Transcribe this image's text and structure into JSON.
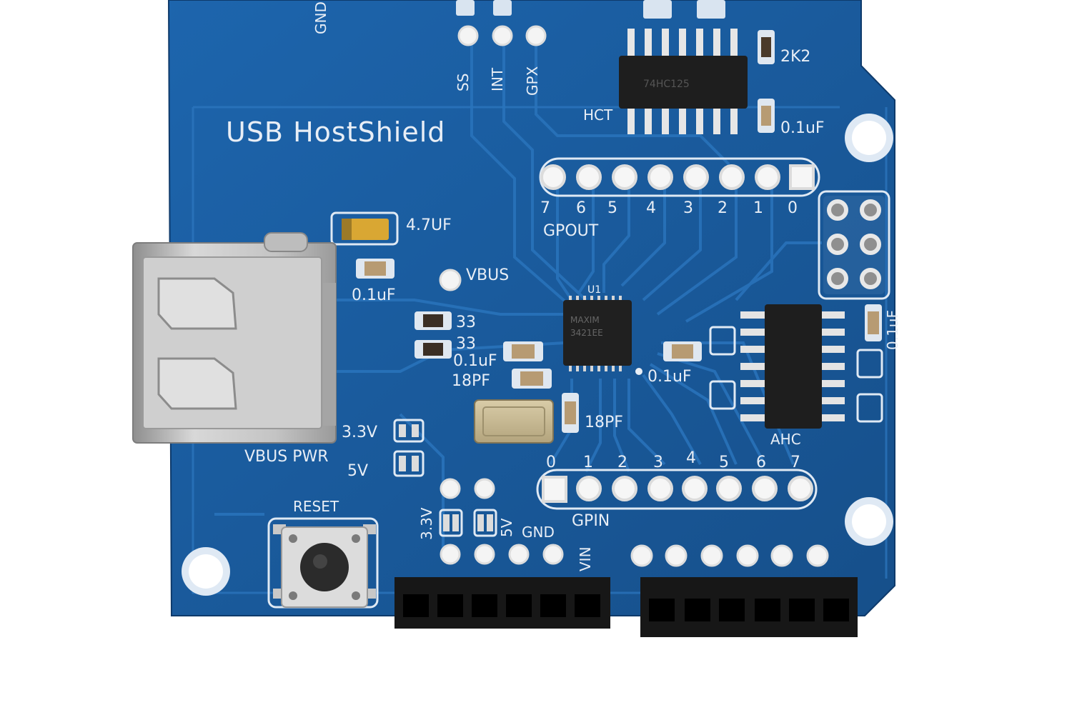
{
  "board": {
    "title": "USB HostShield",
    "colors": {
      "pcb": "#1a5c9e",
      "pcb_dark": "#0f3f73",
      "silk": "#e8eef6",
      "metal": "#c9c9c9",
      "header": "#151515"
    },
    "labels": {
      "gnd_top": "GND",
      "ss": "SS",
      "int": "INT",
      "gpx": "GPX",
      "r_2k2": "2K2",
      "hct": "HCT",
      "c_01uf_top": "0.1uF",
      "gpout": "GPOUT",
      "c_47uf": "4.7UF",
      "vbus": "VBUS",
      "c_01uf_left": "0.1uF",
      "r33a": "33",
      "r33b": "33",
      "c_01uf_mid": "0.1uF",
      "c_18pf_a": "18PF",
      "c_18pf_b": "18PF",
      "u1": "U1",
      "c_01uf_right": "0.1uF",
      "c_01uf_vert": "0.1uF",
      "ahc": "AHC",
      "v33": "3.3V",
      "vbus_pwr": "VBUS PWR",
      "v5": "5V",
      "reset": "RESET",
      "v33_b": "3.3V",
      "v5_b": "5V",
      "gnd_b": "GND",
      "vin": "VIN",
      "gpin": "GPIN"
    },
    "gpout_pins": [
      "7",
      "6",
      "5",
      "4",
      "3",
      "2",
      "1",
      "0"
    ],
    "gpin_pins": [
      "0",
      "1",
      "2",
      "3",
      "4",
      "5",
      "6",
      "7"
    ]
  }
}
